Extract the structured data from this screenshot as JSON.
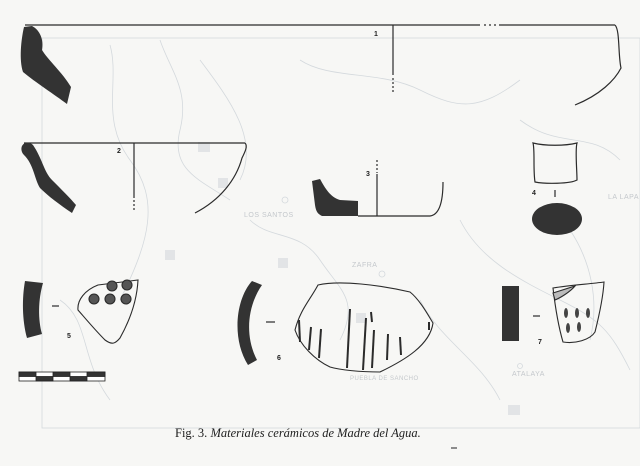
{
  "figure": {
    "caption": {
      "label": "Fig. 3.",
      "title": "Materiales cerámicos de Madre del Agua."
    },
    "items": [
      {
        "number": "1",
        "type": "rim profile, large open bowl"
      },
      {
        "number": "2",
        "type": "rim profile, carinated bowl"
      },
      {
        "number": "3",
        "type": "base profile"
      },
      {
        "number": "4",
        "type": "small cylindrical vessel with oval section"
      },
      {
        "number": "5",
        "type": "sherd with impressed circular decoration"
      },
      {
        "number": "6",
        "type": "sherd with incised vertical lines"
      },
      {
        "number": "7",
        "type": "sherd with impressed drop-shaped decoration"
      }
    ],
    "scale_bar": {
      "segments": 5
    },
    "background_map_labels": [
      "LOS SANTOS",
      "ZAFRA",
      "ATALAYA",
      "LA LAPA",
      "PUEBLA DE SANCHO"
    ],
    "colors": {
      "ink": "#2b2b2b",
      "fill": "#333333",
      "map": "#cfd4d8",
      "paper": "#f7f7f5"
    }
  }
}
